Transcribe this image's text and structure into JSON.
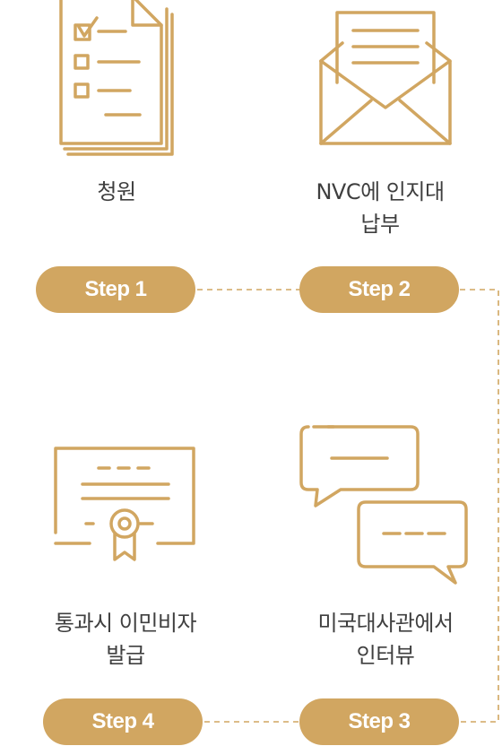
{
  "accent_color": "#d1a661",
  "steps": [
    {
      "icon": "document-checklist-icon",
      "label_lines": [
        "청원"
      ],
      "button": "Step 1"
    },
    {
      "icon": "envelope-letter-icon",
      "label_lines": [
        "NVC에 인지대",
        "납부"
      ],
      "button": "Step 2"
    },
    {
      "icon": "chat-bubbles-icon",
      "label_lines": [
        "미국대사관에서",
        "인터뷰"
      ],
      "button": "Step 3"
    },
    {
      "icon": "certificate-icon",
      "label_lines": [
        "통과시 이민비자",
        "발급"
      ],
      "button": "Step 4"
    }
  ]
}
